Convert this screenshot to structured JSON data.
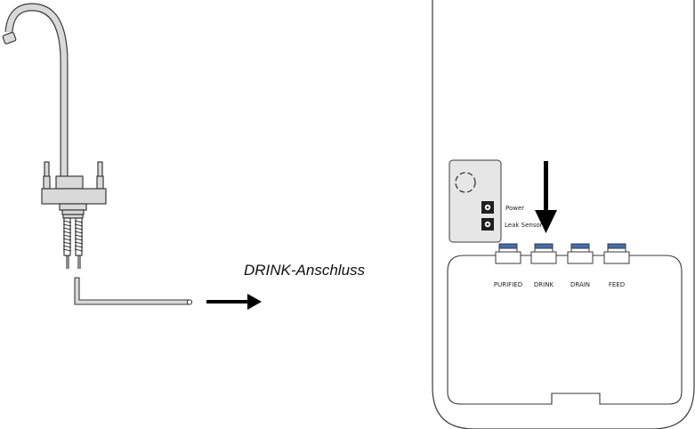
{
  "labels": {
    "drink_connection": "DRINK-Anschluss",
    "power": "Power",
    "leak_sensor": "Leak Sensor"
  },
  "ports": [
    {
      "label": "PURIFIED"
    },
    {
      "label": "DRINK"
    },
    {
      "label": "DRAIN"
    },
    {
      "label": "FEED"
    }
  ],
  "colors": {
    "port_cap": "#3d6fb6",
    "outline": "#3a3a3a",
    "panel_fill": "#e6e6e6",
    "faucet_fill": "#d9d9d9",
    "arrow": "#000000"
  }
}
